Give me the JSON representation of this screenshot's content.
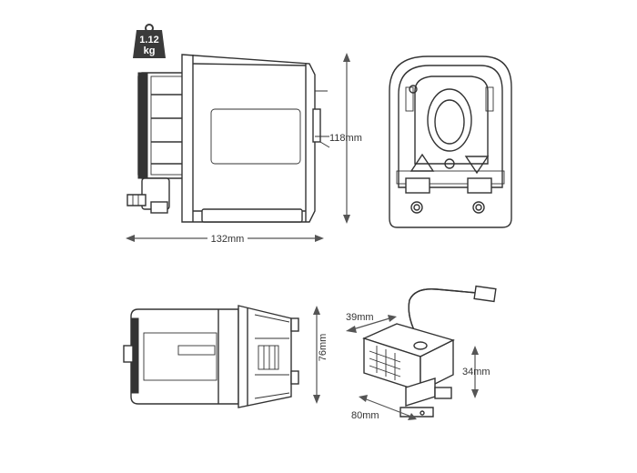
{
  "weight_badge": {
    "value": "1.12",
    "unit": "kg",
    "color": "#3a3a3a"
  },
  "dimensions": {
    "side_height": "118mm",
    "side_length": "132mm",
    "top_height": "76mm",
    "module_depth": "39mm",
    "module_height": "34mm",
    "module_width": "80mm"
  },
  "colors": {
    "line": "#333333",
    "arrow": "#555555",
    "background": "#ffffff"
  }
}
